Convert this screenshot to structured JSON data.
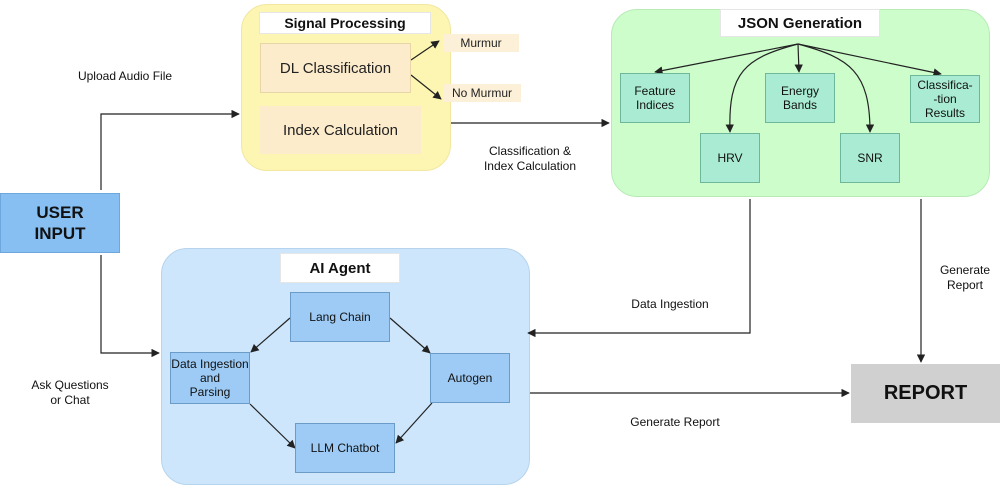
{
  "signal_processing": {
    "title": "Signal Processing",
    "dl_classification": "DL Classification",
    "index_calculation": "Index Calculation",
    "murmur": "Murmur",
    "no_murmur": "No Murmur"
  },
  "json_generation": {
    "title": "JSON Generation",
    "feature_indices": [
      "Feature",
      "Indices"
    ],
    "energy_bands": [
      "Energy",
      "Bands"
    ],
    "classification_results": [
      "Classifica-",
      "-tion",
      "Results"
    ],
    "hrv": "HRV",
    "snr": "SNR"
  },
  "ai_agent": {
    "title": "AI Agent",
    "lang_chain": "Lang Chain",
    "data_ingestion_parsing": [
      "Data Ingestion",
      "and",
      "Parsing"
    ],
    "autogen": "Autogen",
    "llm_chatbot": "LLM Chatbot"
  },
  "user_input": [
    "USER",
    "INPUT"
  ],
  "report": "REPORT",
  "edge_labels": {
    "upload_audio": "Upload Audio File",
    "classification_index": [
      "Classification &",
      "Index Calculation"
    ],
    "generate_report_right": [
      "Generate",
      "Report"
    ],
    "data_ingestion": "Data Ingestion",
    "ask_questions": [
      "Ask Questions",
      "or Chat"
    ],
    "generate_report_bottom": "Generate Report"
  }
}
